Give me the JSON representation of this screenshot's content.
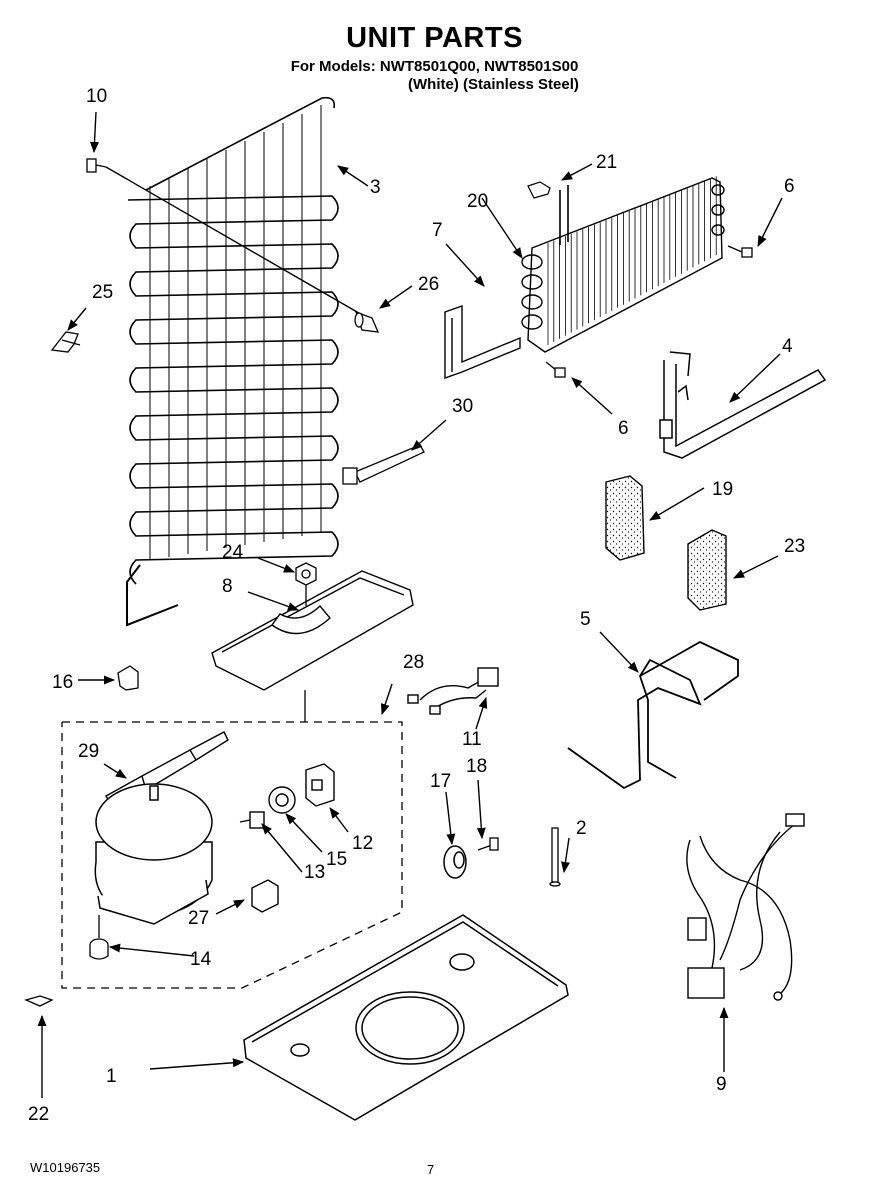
{
  "header": {
    "title": "UNIT PARTS",
    "models_line": "For Models: NWT8501Q00, NWT8501S00",
    "variants_line": "(White)   (Stainless Steel)"
  },
  "footer": {
    "doc_number": "W10196735",
    "page_number": "7"
  },
  "callouts": {
    "p1": "1",
    "p2": "2",
    "p3": "3",
    "p4": "4",
    "p5": "5",
    "p6a": "6",
    "p6b": "6",
    "p7": "7",
    "p8": "8",
    "p9": "9",
    "p10": "10",
    "p11": "11",
    "p12": "12",
    "p13": "13",
    "p14": "14",
    "p15": "15",
    "p16": "16",
    "p17": "17",
    "p18": "18",
    "p19": "19",
    "p20": "20",
    "p21": "21",
    "p22": "22",
    "p23": "23",
    "p24": "24",
    "p25": "25",
    "p26": "26",
    "p27": "27",
    "p28": "28",
    "p29": "29",
    "p30": "30"
  }
}
